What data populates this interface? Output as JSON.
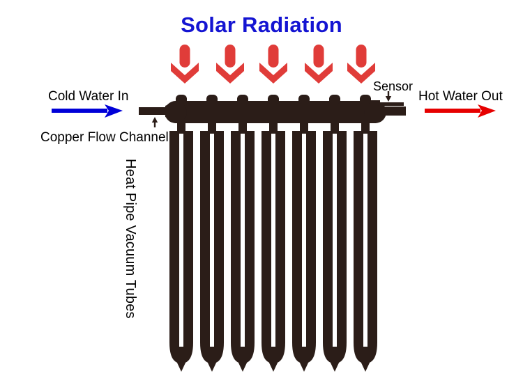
{
  "diagram": {
    "title": "Solar Radiation",
    "title_color": "#1414d2",
    "background": "#ffffff",
    "component_color": "#2b1d18",
    "labels": {
      "cold_water_in": "Cold Water In",
      "hot_water_out": "Hot Water Out",
      "copper_flow_channel": "Copper Flow Channel",
      "sensor": "Sensor",
      "heat_pipe_vacuum_tubes": "Heat Pipe  Vacuum Tubes"
    },
    "arrows": {
      "solar_count": 5,
      "solar_color": "#e03c39",
      "inlet_color": "#0000d8",
      "outlet_color": "#e60000",
      "pointer_color": "#2b1d18"
    },
    "tubes": {
      "count": 7,
      "shape": "u-tube",
      "color": "#2b1d18"
    },
    "manifold": {
      "ports": 7,
      "color": "#2b1d18"
    }
  }
}
